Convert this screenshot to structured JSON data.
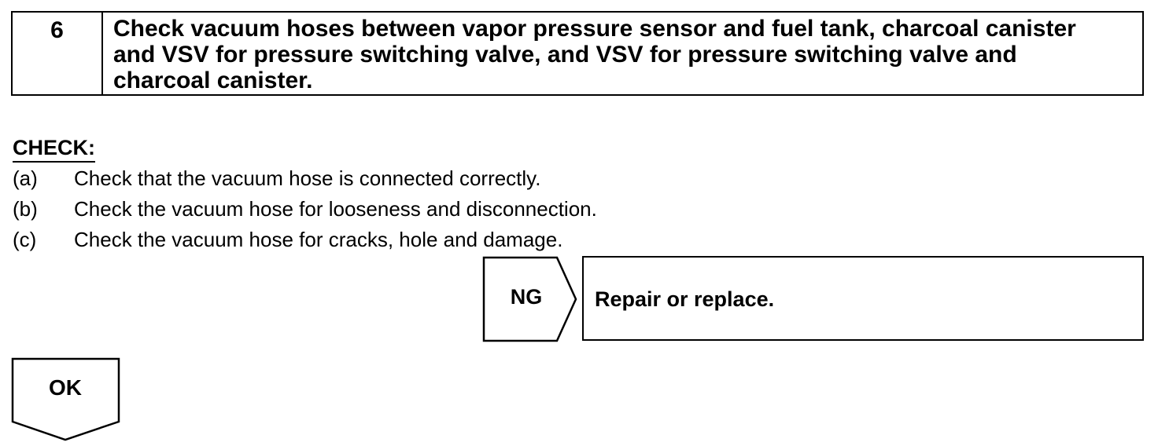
{
  "step": {
    "number": "6",
    "title": "Check vacuum hoses between vapor pressure sensor and fuel tank, charcoal canister and VSV for pressure switching valve, and VSV for pressure switching valve and charcoal canister."
  },
  "check": {
    "heading": "CHECK:",
    "items": [
      {
        "letter": "(a)",
        "text": "Check that the vacuum hose is connected correctly."
      },
      {
        "letter": "(b)",
        "text": "Check the vacuum hose for looseness and disconnection."
      },
      {
        "letter": "(c)",
        "text": "Check the vacuum hose for cracks, hole and damage."
      }
    ]
  },
  "result_ng": {
    "label": "NG",
    "action": "Repair or replace."
  },
  "result_ok": {
    "label": "OK"
  }
}
